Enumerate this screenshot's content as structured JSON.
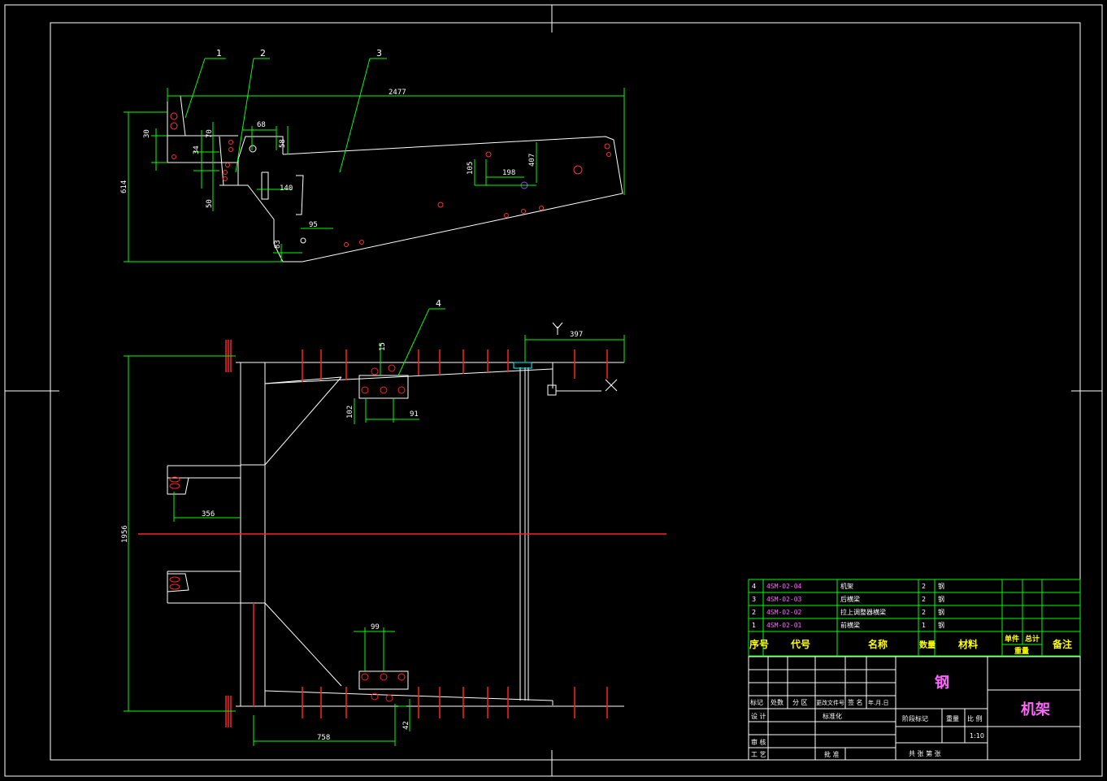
{
  "part_labels": [
    "1",
    "2",
    "3",
    "4"
  ],
  "axis_labels": {
    "y": "Y",
    "x": "X"
  },
  "dimensions": {
    "d2477": "2477",
    "d30": "30",
    "d614": "614",
    "d68": "68",
    "d58": "58",
    "d34": "34",
    "d70": "70",
    "d50": "50",
    "d140": "140",
    "d95": "95",
    "d83": "83",
    "d105": "105",
    "d198": "198",
    "d407": "407",
    "d397": "397",
    "d15": "15",
    "d102": "102",
    "d91": "91",
    "d356": "356",
    "d1956": "1956",
    "d99": "99",
    "d758": "758",
    "d42": "42"
  },
  "bom": {
    "rows": [
      {
        "no": "4",
        "code": "4SM-02-04",
        "name": "机架",
        "qty": "2",
        "material": "钢"
      },
      {
        "no": "3",
        "code": "4SM-02-03",
        "name": "后横梁",
        "qty": "2",
        "material": "钢"
      },
      {
        "no": "2",
        "code": "4SM-02-02",
        "name": "拉上调整器横梁",
        "qty": "2",
        "material": "钢"
      },
      {
        "no": "1",
        "code": "4SM-02-01",
        "name": "前横梁",
        "qty": "1",
        "material": "钢"
      }
    ],
    "headers": {
      "no": "序号",
      "code": "代号",
      "name": "名称",
      "qty": "数量",
      "material": "材料",
      "unit": "单件",
      "total": "总计",
      "weight": "重量",
      "remark": "备注"
    }
  },
  "title_block": {
    "material": "钢",
    "title": "机架",
    "rev_labels": [
      "标记",
      "处数",
      "分 区",
      "更改文件号",
      "签 名",
      "年.月.日"
    ],
    "design": "设 计",
    "standard": "标准化",
    "stage": "阶段标记",
    "weight": "重量",
    "scale_label": "比 例",
    "scale": "1:10",
    "review": "审 核",
    "process": "工 艺",
    "approve": "批 准",
    "sheets": "共  张  第  张"
  }
}
